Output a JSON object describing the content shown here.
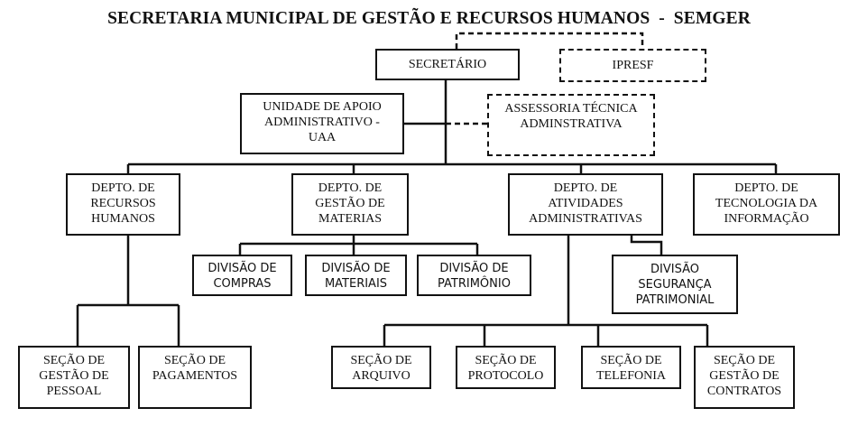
{
  "header": {
    "title": "SECRETARIA MUNICIPAL DE GESTÃO E RECURSOS HUMANOS  -  SEMGER"
  },
  "org_chart": {
    "secretario": "SECRETÁRIO",
    "ipresf": "IPRESF",
    "uaa": "UNIDADE DE APOIO\nADMINISTRATIVO -\nUAA",
    "assessoria": "ASSESSORIA TÉCNICA\nADMINSTRATIVA",
    "departments": {
      "rh": "DEPTO. DE\nRECURSOS\nHUMANOS",
      "gestao_materias": "DEPTO. DE\nGESTÃO DE\nMATERIAS",
      "atividades": "DEPTO. DE\nATIVIDADES\nADMINISTRATIVAS",
      "ti": "DEPTO. DE\nTECNOLOGIA DA\nINFORMAÇÃO"
    },
    "divisions": {
      "compras": "DIVISÃO DE\nCOMPRAS",
      "materiais": "DIVISÃO DE\nMATERIAIS",
      "patrimonio": "DIVISÃO DE\nPATRIMÔNIO",
      "seguranca": "DIVISÃO\nSEGURANÇA\nPATRIMONIAL"
    },
    "sections": {
      "gestao_pessoal": "SEÇÃO DE\nGESTÃO DE\nPESSOAL",
      "pagamentos": "SEÇÃO DE\nPAGAMENTOS",
      "arquivo": "SEÇÃO DE\nARQUIVO",
      "protocolo": "SEÇÃO DE\nPROTOCOLO",
      "telefonia": "SEÇÃO DE\nTELEFONIA",
      "gestao_contratos": "SEÇÃO DE\nGESTÃO DE\nCONTRATOS"
    }
  }
}
